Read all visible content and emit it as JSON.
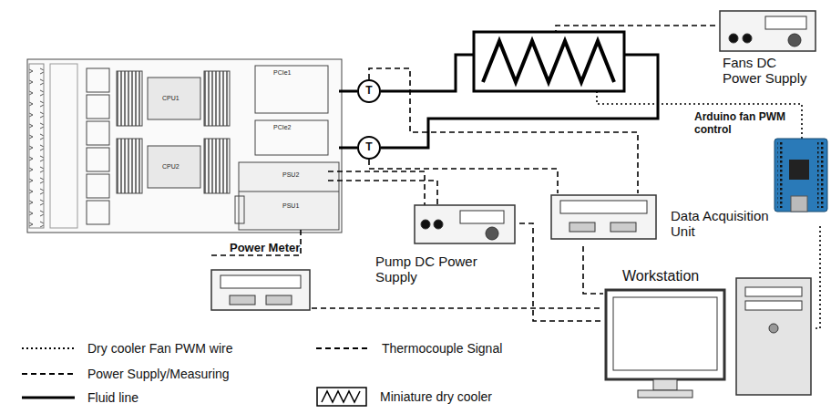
{
  "diagram": {
    "nodes": [
      {
        "text": [
          "T"
        ]
      },
      {
        "text": [
          "T"
        ]
      },
      {
        "text": [
          "Fans DC Power Supply"
        ]
      },
      {
        "text": [
          "Arduino fan PWM control"
        ]
      },
      {
        "text": [
          "Data Acquisition Unit"
        ]
      },
      {
        "text": [
          "Pump DC Power Supply"
        ]
      },
      {
        "text": [
          "Power Meter"
        ]
      },
      {
        "text": [
          "Workstation"
        ]
      }
    ],
    "edges": [
      {
        "from": 0,
        "to": 4,
        "arrow": "none"
      },
      {
        "from": 1,
        "to": 4,
        "arrow": "none"
      },
      {
        "from": 4,
        "to": 7,
        "arrow": "none"
      },
      {
        "from": 5,
        "to": 7,
        "arrow": "none"
      },
      {
        "from": 6,
        "to": 7,
        "arrow": "none"
      },
      {
        "from": 3,
        "to": 7,
        "arrow": "none"
      }
    ],
    "labels": [
      "CPU1",
      "PCIe1",
      "PCIe2",
      "CPU2",
      "PSU2",
      "PSU1"
    ],
    "legend": [
      {
        "text": "Dry cooler Fan PWM wire"
      },
      {
        "text": "Thermocouple Signal"
      },
      {
        "text": "Power Supply/Measuring"
      },
      {
        "text": "Fluid line"
      },
      {
        "text": "Miniature dry cooler"
      }
    ]
  }
}
